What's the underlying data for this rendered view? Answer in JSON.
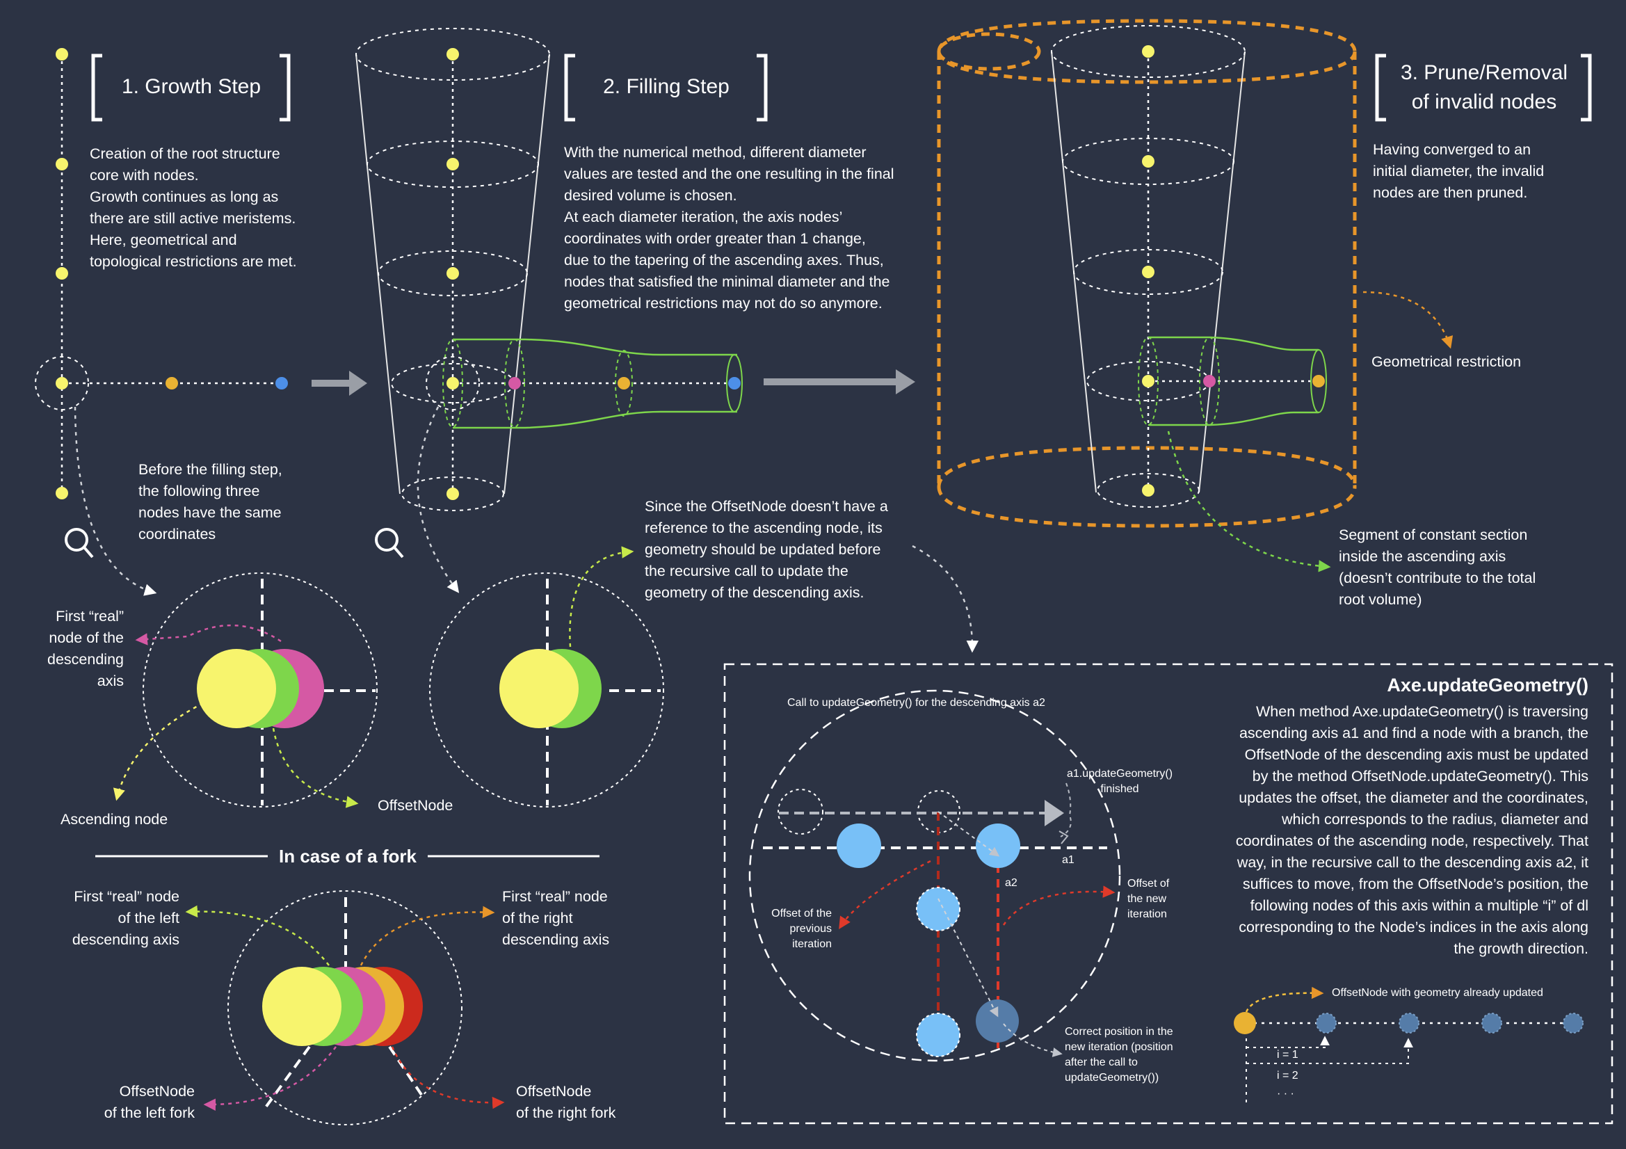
{
  "colors": {
    "background": "#2c3344",
    "node_yellow": "#f7f46d",
    "node_orange": "#e9b233",
    "node_blue": "#4d8fe8",
    "node_pink": "#d559a4",
    "green": "#7ed64b",
    "red": "#cc2a1d",
    "light_blue": "#78c0f7",
    "steel_blue": "#557ca8",
    "accent_orange": "#e8962a",
    "white": "#ffffff",
    "gray_arrow": "#9a9ea6"
  },
  "icons": [
    "magnifier-icon",
    "arrow-right-icon"
  ],
  "steps": [
    {
      "title": "1. Growth Step",
      "text": "Creation of the root structure\ncore with nodes.\nGrowth continues as long as\nthere are still active meristems.\nHere, geometrical and\ntopological restrictions are met."
    },
    {
      "title": "2. Filling Step",
      "text": "With the numerical method, different diameter\nvalues are tested and the one resulting in the final\ndesired volume is chosen.\nAt each diameter iteration, the axis nodes’\ncoordinates with order greater than 1 change,\ndue to the tapering of the ascending axes. Thus,\nnodes that satisfied the minimal diameter and the\ngeometrical restrictions may not do so anymore."
    },
    {
      "title": "3. Prune/Removal\nof invalid nodes",
      "text": "Having converged to an\ninitial diameter, the invalid\nnodes are then pruned."
    }
  ],
  "labels": {
    "before_filling": "Before the filling step,\nthe following three\nnodes have the same\ncoordinates",
    "first_real_descending": "First “real”\nnode of the\ndescending\naxis",
    "ascending_node": "Ascending node",
    "offset_node": "OffsetNode",
    "offset_note": "Since the OffsetNode doesn’t have a\nreference to the ascending node, its\ngeometry should be updated before\nthe recursive call to update the\ngeometry of the descending axis.",
    "geometrical_restriction": "Geometrical restriction",
    "segment_constant": "Segment of constant section\ninside the ascending axis\n(doesn’t contribute to the total\nroot volume)",
    "fork_title": "In case of a fork",
    "fork_left_first": "First “real” node\nof the left\ndescending axis",
    "fork_right_first": "First “real” node\nof the right\ndescending axis",
    "fork_left_offset": "OffsetNode\nof the left fork",
    "fork_right_offset": "OffsetNode\nof the right fork"
  },
  "update_geometry": {
    "title": "Axe.updateGeometry()",
    "description": "When method Axe.updateGeometry() is traversing\nascending axis a1 and find a node with a branch, the\nOffsetNode of the descending axis must be updated\nby the method OffsetNode.updateGeometry(). This\nupdates the offset, the diameter and the coordinates,\nwhich corresponds to the radius, diameter and\ncoordinates of the ascending node, respectively. That\nway, in the recursive call to the descending axis a2, it\nsuffices to move, from the OffsetNode’s position, the\nfollowing nodes of this axis within a multiple “i” of dl\ncorresponding to the Node’s indices in the axis along\nthe growth direction.",
    "call_label": "Call to updateGeometry() for the descending axis a2",
    "a1_finished": "a1.updateGeometry()\nfinished",
    "a1": "a1",
    "a2": "a2",
    "offset_previous": "Offset of the\nprevious\niteration",
    "offset_new": "Offset of\nthe new\niteration",
    "correct_position": "Correct position in the\nnew iteration (position\nafter the call to\nupdateGeometry())",
    "offsetnode_updated": "OffsetNode with geometry already updated",
    "i1": "i = 1",
    "i2": "i = 2",
    "ellipsis": "· · ·"
  }
}
